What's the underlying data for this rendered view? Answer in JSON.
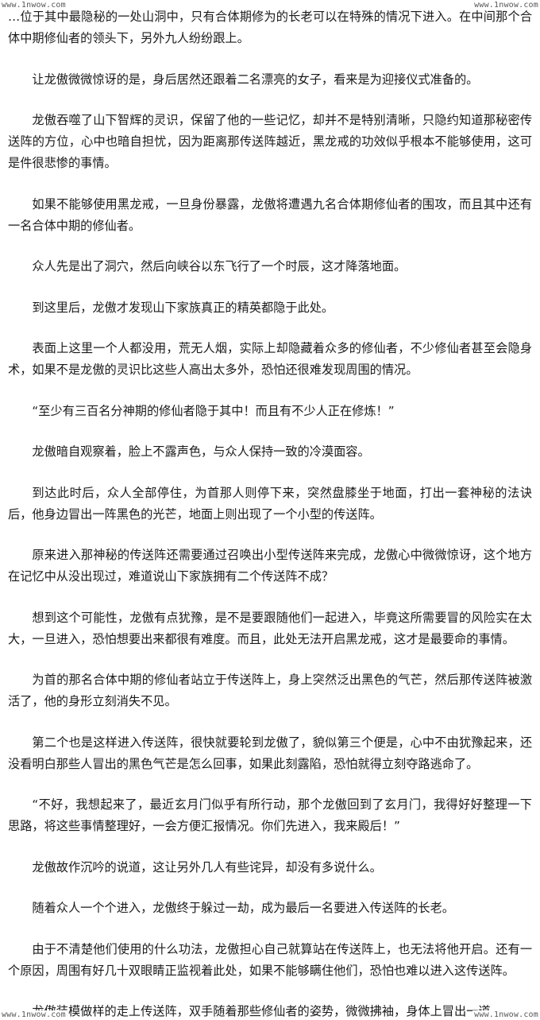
{
  "watermarks": {
    "top_left": "www.1nwow.com",
    "top_right": "www.1nwow.com",
    "bottom_left": "www.1nwow.com",
    "bottom_right": "www.1nwow.com"
  },
  "paragraphs": [
    "…位于其中最隐秘的一处山洞中，只有合体期修为的长老可以在特殊的情况下进入。在中间那个合体中期修仙者的领头下，另外九人纷纷跟上。",
    "让龙傲微微惊讶的是，身后居然还跟着二名漂亮的女子，看来是为迎接仪式准备的。",
    "龙傲吞噬了山下智辉的灵识，保留了他的一些记忆，却并不是特别清晰，只隐约知道那秘密传送阵的方位，心中也暗自担忧，因为距离那传送阵越近，黑龙戒的功效似乎根本不能够使用，这可是件很悲惨的事情。",
    "如果不能够使用黑龙戒，一旦身份暴露，龙傲将遭遇九名合体期修仙者的围攻，而且其中还有一名合体中期的修仙者。",
    "众人先是出了洞穴，然后向峡谷以东飞行了一个时辰，这才降落地面。",
    "到这里后，龙傲才发现山下家族真正的精英都隐于此处。",
    "表面上这里一个人都没用，荒无人烟，实际上却隐藏着众多的修仙者，不少修仙者甚至会隐身术，如果不是龙傲的灵识比这些人高出太多外，恐怕还很难发现周围的情况。",
    "“至少有三百名分神期的修仙者隐于其中！而且有不少人正在修炼！”",
    "龙傲暗自观察着，脸上不露声色，与众人保持一致的冷漠面容。",
    "到达此时后，众人全部停住，为首那人则停下来，突然盘膝坐于地面，打出一套神秘的法诀后，他身边冒出一阵黑色的光芒，地面上则出现了一个小型的传送阵。",
    "原来进入那神秘的传送阵还需要通过召唤出小型传送阵来完成，龙傲心中微微惊讶，这个地方在记忆中从没出现过，难道说山下家族拥有二个传送阵不成？",
    "想到这个可能性，龙傲有点犹豫，是不是要跟随他们一起进入，毕竟这所需要冒的风险实在太大，一旦进入，恐怕想要出来都很有难度。而且，此处无法开启黑龙戒，这才是最要命的事情。",
    "为首的那名合体中期的修仙者站立于传送阵上，身上突然泛出黑色的气芒，然后那传送阵被激活了，他的身形立刻消失不见。",
    "第二个也是这样进入传送阵，很快就要轮到龙傲了，貌似第三个便是，心中不由犹豫起来，还没看明白那些人冒出的黑色气芒是怎么回事，如果此刻露陷，恐怕就得立刻夺路逃命了。",
    "“不好，我想起来了，最近玄月门似乎有所行动，那个龙傲回到了玄月门，我得好好整理一下思路，将这些事情整理好，一会方便汇报情况。你们先进入，我来殿后！”",
    "龙傲故作沉吟的说道，这让另外几人有些诧异，却没有多说什么。",
    "随着众人一个个进入，龙傲终于躲过一劫，成为最后一名要进入传送阵的长老。",
    "由于不清楚他们使用的什么功法，龙傲担心自己就算站在传送阵上，也无法将他开启。还有一个原因，周围有好几十双眼睛正监视着此处，如果不能够瞒住他们，恐怕也难以进入这传送阵。",
    "龙傲装模做样的走上传送阵，双手随着那些修仙者的姿势，微微拂袖，身体上冒出一道"
  ]
}
